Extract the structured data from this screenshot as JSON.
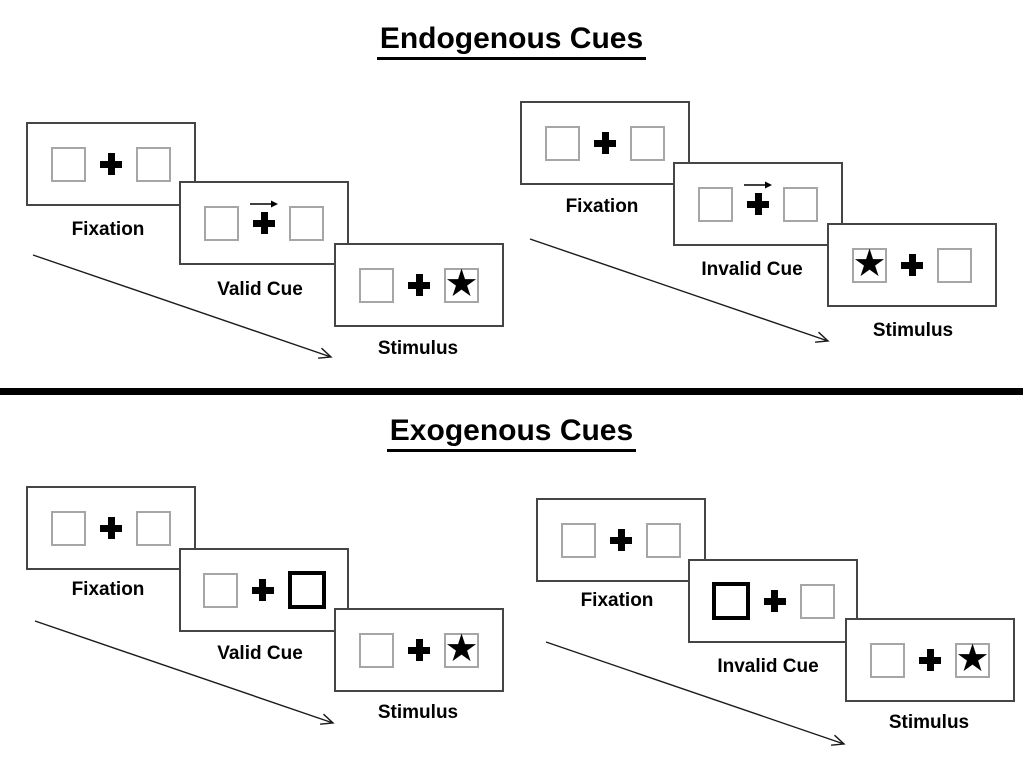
{
  "titles": {
    "endogenous": "Endogenous Cues",
    "exogenous": "Exogenous Cues"
  },
  "glyphs": {
    "star": "★"
  },
  "colors": {
    "ink": "#000000",
    "panel_border": "#454545",
    "placeholder_border": "#a6a6a6",
    "cue_highlight_border": "#000000",
    "divider": "#000000"
  },
  "endogenous": {
    "valid": {
      "steps": {
        "fixation": "Fixation",
        "cue": "Valid Cue",
        "stimulus": "Stimulus"
      },
      "cue_type": "central-arrow-right",
      "stimulus_side": "right"
    },
    "invalid": {
      "steps": {
        "fixation": "Fixation",
        "cue": "Invalid Cue",
        "stimulus": "Stimulus"
      },
      "cue_type": "central-arrow-right",
      "stimulus_side": "left"
    }
  },
  "exogenous": {
    "valid": {
      "steps": {
        "fixation": "Fixation",
        "cue": "Valid Cue",
        "stimulus": "Stimulus"
      },
      "cue_type": "peripheral-box-right",
      "stimulus_side": "right"
    },
    "invalid": {
      "steps": {
        "fixation": "Fixation",
        "cue": "Invalid Cue",
        "stimulus": "Stimulus"
      },
      "cue_type": "peripheral-box-left",
      "stimulus_side": "right"
    }
  }
}
